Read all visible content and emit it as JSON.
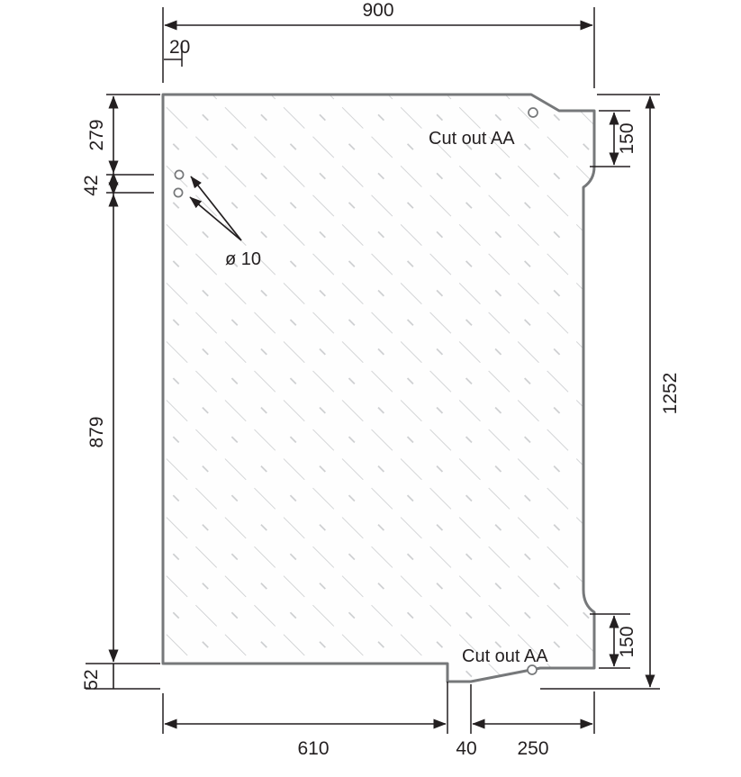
{
  "drawing": {
    "type": "technical-part-drawing",
    "units": "mm",
    "background_color": "#ffffff",
    "outline_color": "#76787a",
    "dimension_color": "#231f20",
    "hatch_color": "#c8cacc",
    "panel_fill": "#fefefe",
    "title": "",
    "dimensions": {
      "overall_width": "900",
      "overall_height": "1252",
      "top_left_offset": "20",
      "left_top_to_first_hole": "279",
      "hole_spacing": "42",
      "left_lower_run": "879",
      "bottom_left_offset": "52",
      "bottom_segment_1": "610",
      "bottom_segment_2": "40",
      "bottom_segment_3": "250",
      "notch_top_height": "150",
      "notch_bottom_height": "150"
    },
    "annotations": {
      "cutout_top": "Cut out AA",
      "cutout_bottom": "Cut out AA",
      "hole_diameter": "ø 10"
    },
    "holes": [
      {
        "name": "hole-upper-left-1",
        "diameter": "10"
      },
      {
        "name": "hole-upper-left-2",
        "diameter": "10"
      },
      {
        "name": "hole-cutout-top",
        "diameter": "10"
      },
      {
        "name": "hole-cutout-bottom",
        "diameter": "10"
      }
    ]
  }
}
